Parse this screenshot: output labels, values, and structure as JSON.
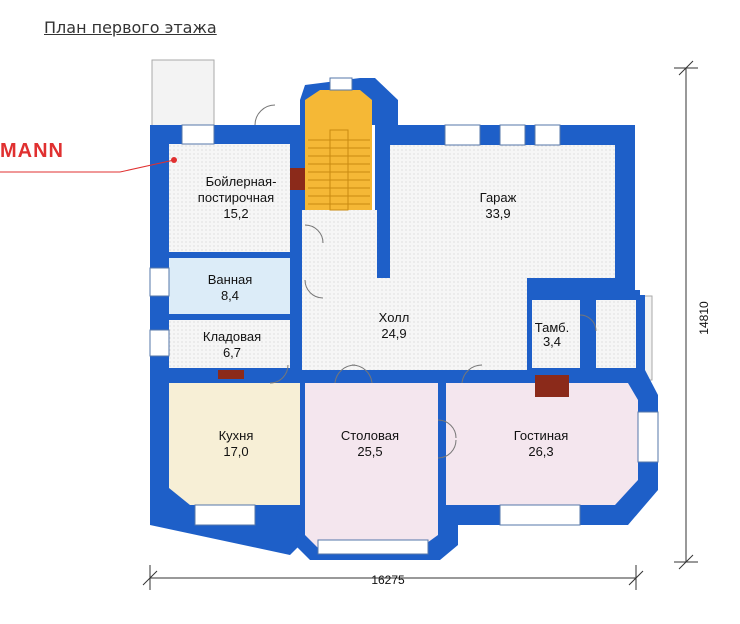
{
  "title": "План первого этажа",
  "brand": "MANN",
  "rooms": [
    {
      "name": "Бойлерная-",
      "name2": "постирочная",
      "area": "15,2"
    },
    {
      "name": "Гараж",
      "area": "33,9"
    },
    {
      "name": "Ванная",
      "area": "8,4"
    },
    {
      "name": "Кладовая",
      "area": "6,7"
    },
    {
      "name": "Холл",
      "area": "24,9"
    },
    {
      "name": "Тамб.",
      "area": "3,4"
    },
    {
      "name": "Кухня",
      "area": "17,0"
    },
    {
      "name": "Столовая",
      "area": "25,5"
    },
    {
      "name": "Гостиная",
      "area": "26,3"
    }
  ],
  "dimensions": {
    "width": "16275",
    "height": "14810"
  },
  "colors": {
    "wall": "#1e5fc8",
    "hall": "#f4f4f4",
    "bath": "#dcecf8",
    "kitchen": "#f7efd6",
    "living": "#f4e6ee",
    "stairs": "#f5b836",
    "fireplace": "#8b2a1a",
    "accent": "#e03030"
  }
}
